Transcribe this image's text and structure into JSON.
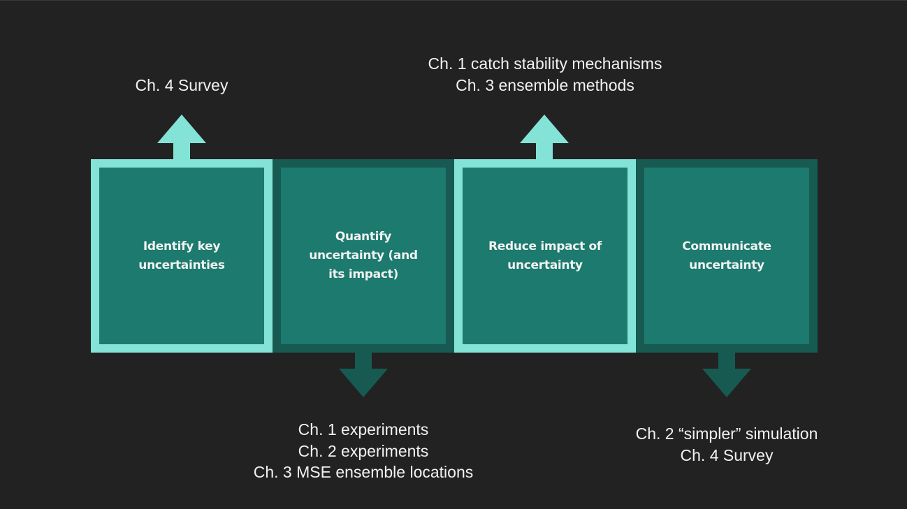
{
  "colors": {
    "background": "#222222",
    "highlight_border": "#83E3D6",
    "dark_border": "#175A52",
    "box_fill": "#1C7A6E",
    "text": "#F2F2F2"
  },
  "steps": [
    {
      "label": "Identify key\nuncertainties",
      "highlighted": true,
      "arrow": "up"
    },
    {
      "label": "Quantify\nuncertainty (and\nits impact)",
      "highlighted": false,
      "arrow": "down"
    },
    {
      "label": "Reduce impact of\nuncertainty",
      "highlighted": true,
      "arrow": "up"
    },
    {
      "label": "Communicate\nuncertainty",
      "highlighted": false,
      "arrow": "down"
    }
  ],
  "notes": {
    "step1": [
      "Ch. 4 Survey"
    ],
    "step2": [
      "Ch. 1 experiments",
      "Ch. 2 experiments",
      "Ch. 3 MSE ensemble locations"
    ],
    "step3": [
      "Ch. 1 catch stability mechanisms",
      "Ch. 3 ensemble methods"
    ],
    "step4": [
      "Ch. 2 “simpler” simulation",
      "Ch. 4 Survey"
    ]
  }
}
